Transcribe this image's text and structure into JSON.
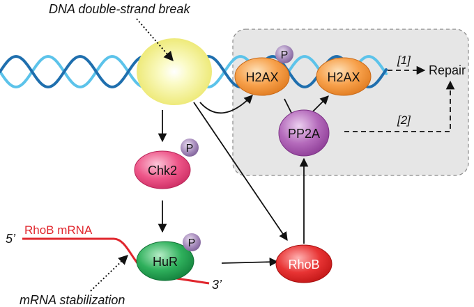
{
  "labels": {
    "dna_break": "DNA double-strand break",
    "repair": "Repair",
    "path1": "[1]",
    "path2": "[2]",
    "mrna_stabilization": "mRNA stabilization",
    "rhob_mrna": "RhoB mRNA",
    "five_prime": "5’",
    "three_prime": "3’"
  },
  "nodes": {
    "h2ax_phos": "H2AX",
    "h2ax": "H2AX",
    "pp2a": "PP2A",
    "chk2": "Chk2",
    "hur": "HuR",
    "rhob": "RhoB",
    "phospho": "P"
  },
  "colors": {
    "dna_dark": "#1f6fae",
    "dna_light": "#5cc3ea",
    "break_glow": "#f4f39a",
    "h2ax": "#f59233",
    "pp2a": "#a857b0",
    "chk2": "#e8457a",
    "hur": "#1f9a4a",
    "rhob": "#e02b2b",
    "phospho": "#9b7bb0",
    "mrna": "#e0262d",
    "panel": "#e6e6e6"
  }
}
